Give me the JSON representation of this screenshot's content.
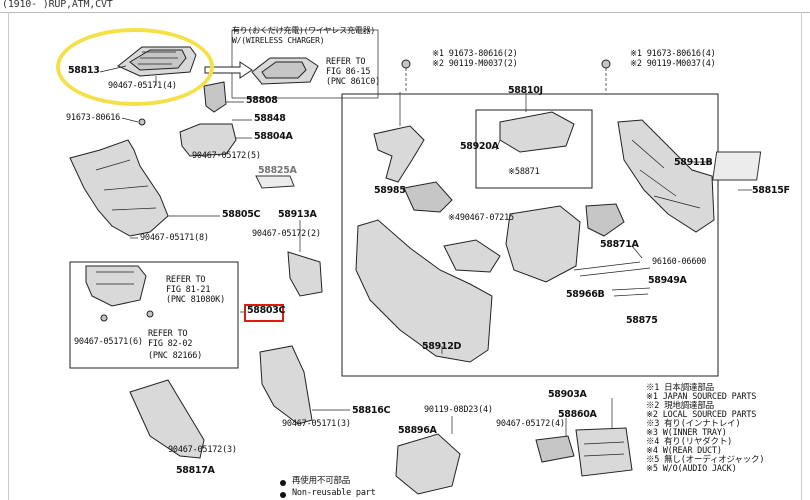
{
  "header": {
    "caption": "(1910- )RUP,ATM,CVT"
  },
  "callouts": {
    "wireless_jp": "有り(おくだけ充電)(ワイヤレス充電器)",
    "wireless_en": "W/(WIRELESS CHARGER)",
    "refer_fig86_1": "REFER TO",
    "refer_fig86_2": "FIG 86-15",
    "refer_fig86_3": "(PNC 861C0)",
    "refer_fig81_1": "REFER TO",
    "refer_fig81_2": "FIG 81-21",
    "refer_fig81_3": "(PNC 81080K)",
    "refer_fig82_1": "REFER TO",
    "refer_fig82_2": "FIG 82-02",
    "refer_fig82_3": "(PNC 82166)"
  },
  "parts": {
    "p58813": "58813",
    "p90467_05171_4a": "90467-05171(4)",
    "p58808": "58808",
    "p58848": "58848",
    "p58804A": "58804A",
    "p90467_05172_5": "90467-05172(5)",
    "p91673_80616_left": "91673-80616",
    "p58825A": "58825A",
    "p58805C": "58805C",
    "p90467_05171_8": "90467-05171(8)",
    "p58913A": "58913A",
    "p90467_05172_2": "90467-05172(2)",
    "p58803C": "58803C",
    "p90467_05171_6": "90467-05171(6)",
    "p58816C": "58816C",
    "p90467_05171_3": "90467-05171(3)",
    "p90467_05172_3": "90467-05172(3)",
    "p58817A": "58817A",
    "p58810J": "58810J",
    "p91673_80616_2": "※1 91673-80616(2)",
    "p90119_m0037_2": "※2 90119-M0037(2)",
    "p91673_80616_4": "※1 91673-80616(4)",
    "p90119_m0037_4": "※2 90119-M0037(4)",
    "p58920A": "58920A",
    "p58871": "※58871",
    "p58985": "58985",
    "p90467_07215": "※490467-07215",
    "p58911B": "58911B",
    "p58815F": "58815F",
    "p58871A": "58871A",
    "p96160": "96160-06600",
    "p58966B": "58966B",
    "p58949A": "58949A",
    "p58875": "58875",
    "p58912D": "58912D",
    "p90119_08d23": "90119-08D23(4)",
    "p58896A": "58896A",
    "p58903A": "58903A",
    "p58860A": "58860A",
    "p90467_05172_4": "90467-05172(4)"
  },
  "legend_right": [
    "※1 日本調達部品",
    "※1 JAPAN SOURCED PARTS",
    "※2 現地調達部品",
    "※2 LOCAL SOURCED PARTS",
    "※3 有り(インナトレイ)",
    "※3 W(INNER TRAY)",
    "※4 有り(リヤダクト)",
    "※4 W(REAR DUCT)",
    "※5 無し(オーディオジャック)",
    "※5 W/O(AUDIO JACK)"
  ],
  "legend_bottom": [
    "再使用不可部品",
    "Non-reusable part"
  ]
}
